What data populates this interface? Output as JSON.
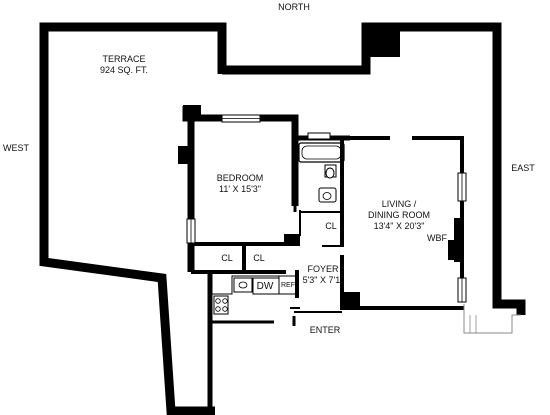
{
  "compass": {
    "north": "NORTH",
    "west": "WEST",
    "east": "EAST"
  },
  "rooms": {
    "terrace": {
      "name": "TERRACE",
      "size": "924 SQ. FT."
    },
    "bedroom": {
      "name": "BEDROOM",
      "size": "11' X 15'3\""
    },
    "living": {
      "name_line1": "LIVING /",
      "name_line2": "DINING ROOM",
      "size": "13'4\" X 20'3\""
    },
    "foyer": {
      "name": "FOYER",
      "size": "5'3\" X 7'1\""
    }
  },
  "fixtures": {
    "closet_1": "CL",
    "closet_2": "CL",
    "closet_3": "CL",
    "dishwasher": "DW",
    "refrigerator": "REF",
    "fireplace": "WBF"
  },
  "entry": {
    "label": "ENTER"
  },
  "colors": {
    "wall": "#000000",
    "line": "#111111",
    "background": "#ffffff"
  }
}
